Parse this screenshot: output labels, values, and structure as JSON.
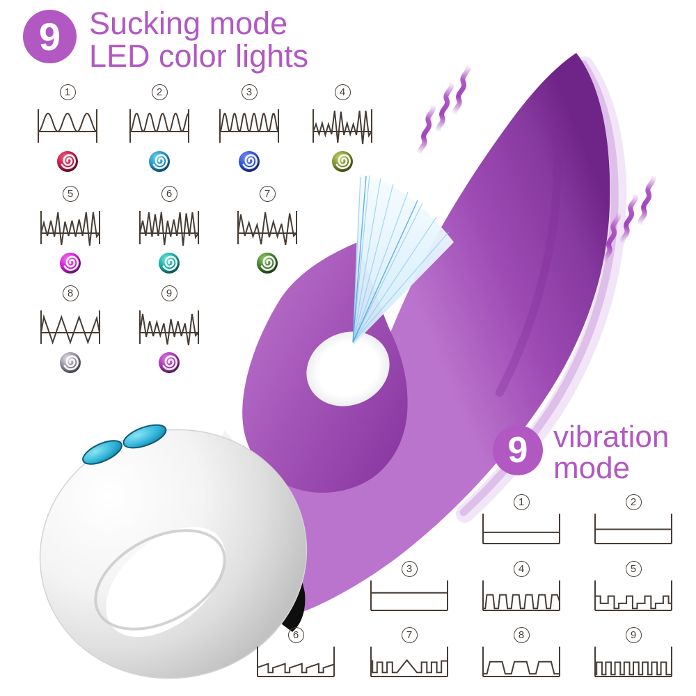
{
  "page": {
    "background_color": "#ffffff",
    "accent_color": "#b158c3",
    "ink_color": "#453c35"
  },
  "suck_section": {
    "badge_number": "9",
    "title_line1": "Sucking mode",
    "title_line2": "LED color lights",
    "modes": [
      {
        "num": "1",
        "wave": {
          "kind": "sine",
          "cycles": 3
        },
        "led_colors": {
          "light": "#ef5f7e",
          "base": "#c01744",
          "dark": "#54081f"
        }
      },
      {
        "num": "2",
        "wave": {
          "kind": "sine",
          "cycles": 4.5
        },
        "led_colors": {
          "light": "#6cd4f0",
          "base": "#1b8ec4",
          "dark": "#0a3c60"
        }
      },
      {
        "num": "3",
        "wave": {
          "kind": "sine",
          "cycles": 6
        },
        "led_colors": {
          "light": "#7b92f0",
          "base": "#2b4fd8",
          "dark": "#101e66"
        }
      },
      {
        "num": "4",
        "wave": {
          "kind": "zigzag",
          "amps": [
            0.35,
            -0.2,
            0.4,
            -0.25,
            0.35,
            -0.2,
            1,
            -0.8,
            0.95,
            -0.25,
            0.4,
            -0.2,
            0.35,
            -0.25,
            1,
            -0.9,
            1,
            -0.3
          ]
        },
        "led_colors": {
          "light": "#c6d46e",
          "base": "#7d8c2a",
          "dark": "#333c0e"
        }
      },
      {
        "num": "5",
        "wave": {
          "kind": "zigzag",
          "amps": [
            0.5,
            -0.2,
            0.6,
            -0.25,
            1,
            -0.85,
            0.55,
            -0.2,
            0.6,
            -0.25,
            0.65,
            -0.2,
            1,
            -0.9,
            1,
            -0.25
          ]
        },
        "led_colors": {
          "light": "#f070f4",
          "base": "#cf1fd4",
          "dark": "#57085e"
        }
      },
      {
        "num": "6",
        "wave": {
          "kind": "zigzag",
          "amps": [
            0.6,
            -0.2,
            1,
            -0.25,
            0.9,
            -0.2,
            1,
            -0.85,
            0.6,
            -0.25,
            0.65,
            -0.2,
            1,
            -0.9,
            0.95,
            -0.2,
            1,
            -0.3
          ]
        },
        "led_colors": {
          "light": "#6ee8dc",
          "base": "#12a79d",
          "dark": "#064540"
        }
      },
      {
        "num": "7",
        "wave": {
          "kind": "zigzag",
          "amps": [
            0.9,
            -0.2,
            0.5,
            -0.25,
            0.4,
            -0.8,
            1,
            -0.3,
            0.55,
            -0.25,
            0.45,
            -0.85,
            0.95,
            -0.2
          ]
        },
        "led_colors": {
          "light": "#9ccf6f",
          "base": "#3f7a30",
          "dark": "#16300e"
        }
      },
      {
        "num": "8",
        "wave": {
          "kind": "zigzag",
          "amps": [
            0.75,
            -0.7,
            0.75,
            -0.7,
            0.75,
            -0.7,
            0.7
          ]
        },
        "led_colors": {
          "light": "#e8e6ec",
          "base": "#8f8a96",
          "dark": "#36323c"
        }
      },
      {
        "num": "9",
        "wave": {
          "kind": "zigzag",
          "amps": [
            0.9,
            -0.3,
            0.55,
            -0.25,
            0.5,
            -0.2,
            0.45,
            -0.85,
            0.65,
            -0.3,
            0.55,
            -0.25,
            0.45,
            -0.9,
            0.9,
            -0.2
          ]
        },
        "led_colors": {
          "light": "#dd7ce6",
          "base": "#a832b4",
          "dark": "#45104c"
        }
      }
    ]
  },
  "vib_section": {
    "badge_number": "9",
    "title_line1": "vibration",
    "title_line2": "mode",
    "modes": [
      {
        "num": "1",
        "points": [
          [
            0,
            0.38
          ],
          [
            1,
            0.38
          ]
        ]
      },
      {
        "num": "2",
        "points": [
          [
            0,
            0.5
          ],
          [
            1,
            0.5
          ]
        ]
      },
      {
        "num": "3",
        "points": [
          [
            0,
            0.63
          ],
          [
            1,
            0.63
          ]
        ]
      },
      {
        "num": "4",
        "points": [
          [
            0,
            0.02
          ],
          [
            0.03,
            0.02
          ],
          [
            0.05,
            0.55
          ],
          [
            0.13,
            0.55
          ],
          [
            0.15,
            0.02
          ],
          [
            0.2,
            0.02
          ],
          [
            0.22,
            0.55
          ],
          [
            0.3,
            0.55
          ],
          [
            0.32,
            0.02
          ],
          [
            0.37,
            0.02
          ],
          [
            0.39,
            0.55
          ],
          [
            0.47,
            0.55
          ],
          [
            0.49,
            0.02
          ],
          [
            0.54,
            0.02
          ],
          [
            0.56,
            0.55
          ],
          [
            0.64,
            0.55
          ],
          [
            0.66,
            0.02
          ],
          [
            0.71,
            0.02
          ],
          [
            0.73,
            0.55
          ],
          [
            0.81,
            0.55
          ],
          [
            0.83,
            0.02
          ],
          [
            0.88,
            0.02
          ],
          [
            0.9,
            0.55
          ],
          [
            0.97,
            0.55
          ],
          [
            1,
            0.3
          ]
        ]
      },
      {
        "num": "5",
        "points": [
          [
            0,
            0.5
          ],
          [
            0.07,
            0.5
          ],
          [
            0.07,
            0.22
          ],
          [
            0.17,
            0.22
          ],
          [
            0.17,
            0.5
          ],
          [
            0.25,
            0.5
          ],
          [
            0.25,
            0.02
          ],
          [
            0.31,
            0.02
          ],
          [
            0.31,
            0.22
          ],
          [
            0.41,
            0.22
          ],
          [
            0.41,
            0.5
          ],
          [
            0.49,
            0.5
          ],
          [
            0.49,
            0.02
          ],
          [
            0.55,
            0.02
          ],
          [
            0.55,
            0.22
          ],
          [
            0.65,
            0.22
          ],
          [
            0.65,
            0.5
          ],
          [
            0.73,
            0.5
          ],
          [
            0.73,
            0.02
          ],
          [
            0.79,
            0.02
          ],
          [
            0.79,
            0.22
          ],
          [
            0.89,
            0.22
          ],
          [
            0.89,
            0.5
          ],
          [
            0.96,
            0.5
          ],
          [
            0.96,
            0.22
          ],
          [
            1,
            0.22
          ]
        ]
      },
      {
        "num": "6",
        "points": [
          [
            0,
            0.3
          ],
          [
            0.14,
            0.44
          ],
          [
            0.14,
            0.1
          ],
          [
            0.2,
            0.1
          ],
          [
            0.2,
            0.28
          ],
          [
            0.36,
            0.44
          ],
          [
            0.36,
            0.1
          ],
          [
            0.42,
            0.1
          ],
          [
            0.42,
            0.28
          ],
          [
            0.58,
            0.44
          ],
          [
            0.58,
            0.1
          ],
          [
            0.64,
            0.1
          ],
          [
            0.64,
            0.28
          ],
          [
            0.8,
            0.44
          ],
          [
            0.8,
            0.1
          ],
          [
            0.86,
            0.1
          ],
          [
            0.86,
            0.28
          ],
          [
            1,
            0.42
          ]
        ]
      },
      {
        "num": "7",
        "points": [
          [
            0,
            0.55
          ],
          [
            0.02,
            0.55
          ],
          [
            0.02,
            0.1
          ],
          [
            0.08,
            0.1
          ],
          [
            0.08,
            0.5
          ],
          [
            0.15,
            0.5
          ],
          [
            0.15,
            0.1
          ],
          [
            0.21,
            0.1
          ],
          [
            0.21,
            0.5
          ],
          [
            0.28,
            0.5
          ],
          [
            0.28,
            0.1
          ],
          [
            0.34,
            0.1
          ],
          [
            0.47,
            0.58
          ],
          [
            0.6,
            0.1
          ],
          [
            0.66,
            0.1
          ],
          [
            0.66,
            0.5
          ],
          [
            0.73,
            0.5
          ],
          [
            0.73,
            0.1
          ],
          [
            0.79,
            0.1
          ],
          [
            0.79,
            0.5
          ],
          [
            0.86,
            0.5
          ],
          [
            0.86,
            0.1
          ],
          [
            0.92,
            0.1
          ],
          [
            0.92,
            0.55
          ],
          [
            1,
            0.55
          ]
        ]
      },
      {
        "num": "8",
        "points": [
          [
            0,
            0.05
          ],
          [
            0.05,
            0.05
          ],
          [
            0.09,
            0.52
          ],
          [
            0.25,
            0.52
          ],
          [
            0.29,
            0.05
          ],
          [
            0.37,
            0.05
          ],
          [
            0.41,
            0.52
          ],
          [
            0.57,
            0.52
          ],
          [
            0.61,
            0.05
          ],
          [
            0.69,
            0.05
          ],
          [
            0.73,
            0.52
          ],
          [
            0.89,
            0.52
          ],
          [
            0.93,
            0.05
          ],
          [
            1,
            0.05
          ]
        ]
      },
      {
        "num": "9",
        "points": [
          [
            0,
            0.02
          ],
          [
            0.02,
            0.02
          ],
          [
            0.02,
            0.5
          ],
          [
            0.09,
            0.5
          ],
          [
            0.09,
            0.02
          ],
          [
            0.14,
            0.02
          ],
          [
            0.14,
            0.5
          ],
          [
            0.21,
            0.5
          ],
          [
            0.21,
            0.02
          ],
          [
            0.26,
            0.02
          ],
          [
            0.26,
            0.5
          ],
          [
            0.33,
            0.5
          ],
          [
            0.33,
            0.02
          ],
          [
            0.38,
            0.02
          ],
          [
            0.38,
            0.5
          ],
          [
            0.45,
            0.5
          ],
          [
            0.45,
            0.02
          ],
          [
            0.5,
            0.02
          ],
          [
            0.5,
            0.5
          ],
          [
            0.57,
            0.5
          ],
          [
            0.57,
            0.02
          ],
          [
            0.62,
            0.02
          ],
          [
            0.62,
            0.5
          ],
          [
            0.69,
            0.5
          ],
          [
            0.69,
            0.02
          ],
          [
            0.74,
            0.02
          ],
          [
            0.74,
            0.5
          ],
          [
            0.81,
            0.5
          ],
          [
            0.81,
            0.02
          ],
          [
            0.86,
            0.02
          ],
          [
            0.86,
            0.5
          ],
          [
            0.93,
            0.5
          ],
          [
            0.93,
            0.02
          ],
          [
            1,
            0.02
          ]
        ]
      }
    ]
  },
  "product": {
    "body_color": "#9c49b2",
    "body_shadow_color": "#6f2487",
    "handle_color": "#f2f2f2",
    "button_color": "#2fb3d8",
    "suction_glow_color": "#cfeafa",
    "vibration_lines_color": "#a94dc0",
    "seam_color": "#0c0c0c"
  }
}
